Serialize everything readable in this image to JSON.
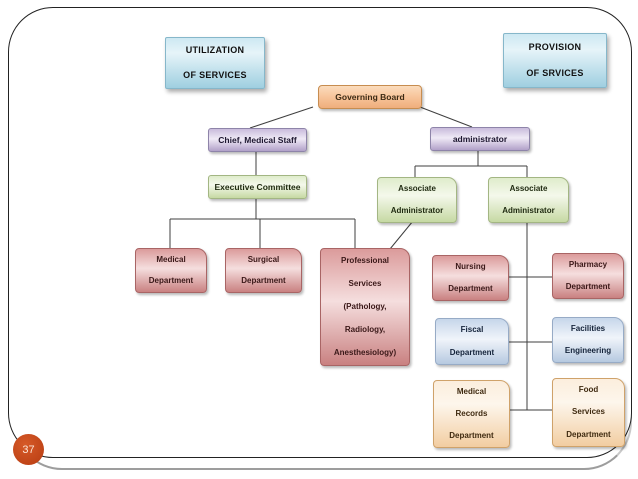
{
  "slide": {
    "page_number": "37"
  },
  "labels": {
    "utilization": [
      "UTILIZATION",
      "OF SERVICES"
    ],
    "provision": [
      "PROVISION",
      "OF SRVICES"
    ]
  },
  "nodes": {
    "governing_board": [
      "Governing Board"
    ],
    "chief_medical_staff": [
      "Chief, Medical Staff"
    ],
    "administrator": [
      "administrator"
    ],
    "executive_committee": [
      "Executive Committee"
    ],
    "associate_administrator_1": [
      "Associate",
      "Administrator"
    ],
    "associate_administrator_2": [
      "Associate",
      "Administrator"
    ],
    "medical_department": [
      "Medical",
      "Department"
    ],
    "surgical_department": [
      "Surgical",
      "Department"
    ],
    "professional_services": [
      "Professional",
      "Services",
      "(Pathology,",
      "Radiology,",
      "Anesthesiology)"
    ],
    "nursing_department": [
      "Nursing",
      "Department"
    ],
    "pharmacy_department": [
      "Pharmacy",
      "Department"
    ],
    "fiscal_department": [
      "Fiscal",
      "Department"
    ],
    "facilities_engineering": [
      "Facilities",
      "Engineering"
    ],
    "medical_records_department": [
      "Medical",
      "Records",
      "Department"
    ],
    "food_services_department": [
      "Food",
      "Services",
      "Department"
    ]
  },
  "edges": [
    {
      "from": "governing_board",
      "to": "chief_medical_staff"
    },
    {
      "from": "governing_board",
      "to": "administrator"
    },
    {
      "from": "chief_medical_staff",
      "to": "executive_committee"
    },
    {
      "from": "executive_committee",
      "to": "medical_department"
    },
    {
      "from": "executive_committee",
      "to": "surgical_department"
    },
    {
      "from": "executive_committee",
      "to": "professional_services"
    },
    {
      "from": "administrator",
      "to": "associate_administrator_1"
    },
    {
      "from": "administrator",
      "to": "associate_administrator_2"
    },
    {
      "from": "associate_administrator_1",
      "to": "professional_services"
    },
    {
      "from": "associate_administrator_2",
      "to": "nursing_department"
    },
    {
      "from": "associate_administrator_2",
      "to": "pharmacy_department"
    },
    {
      "from": "associate_administrator_2",
      "to": "fiscal_department"
    },
    {
      "from": "associate_administrator_2",
      "to": "facilities_engineering"
    },
    {
      "from": "associate_administrator_2",
      "to": "medical_records_department"
    },
    {
      "from": "associate_administrator_2",
      "to": "food_services_department"
    }
  ],
  "colors": {
    "header_label_fill": "#b9dcea",
    "governing_fill": "#f5c197",
    "purple_fill": "#cfc3e0",
    "green_fill": "#dce8c0",
    "pink_fill": "#dd9e9e",
    "steel_blue_fill": "#c5d5e9",
    "tan_fill": "#f8ddb9",
    "connector": "#3f3f3f",
    "page_badge": "#c64a1c",
    "slide_border": "#222222"
  }
}
